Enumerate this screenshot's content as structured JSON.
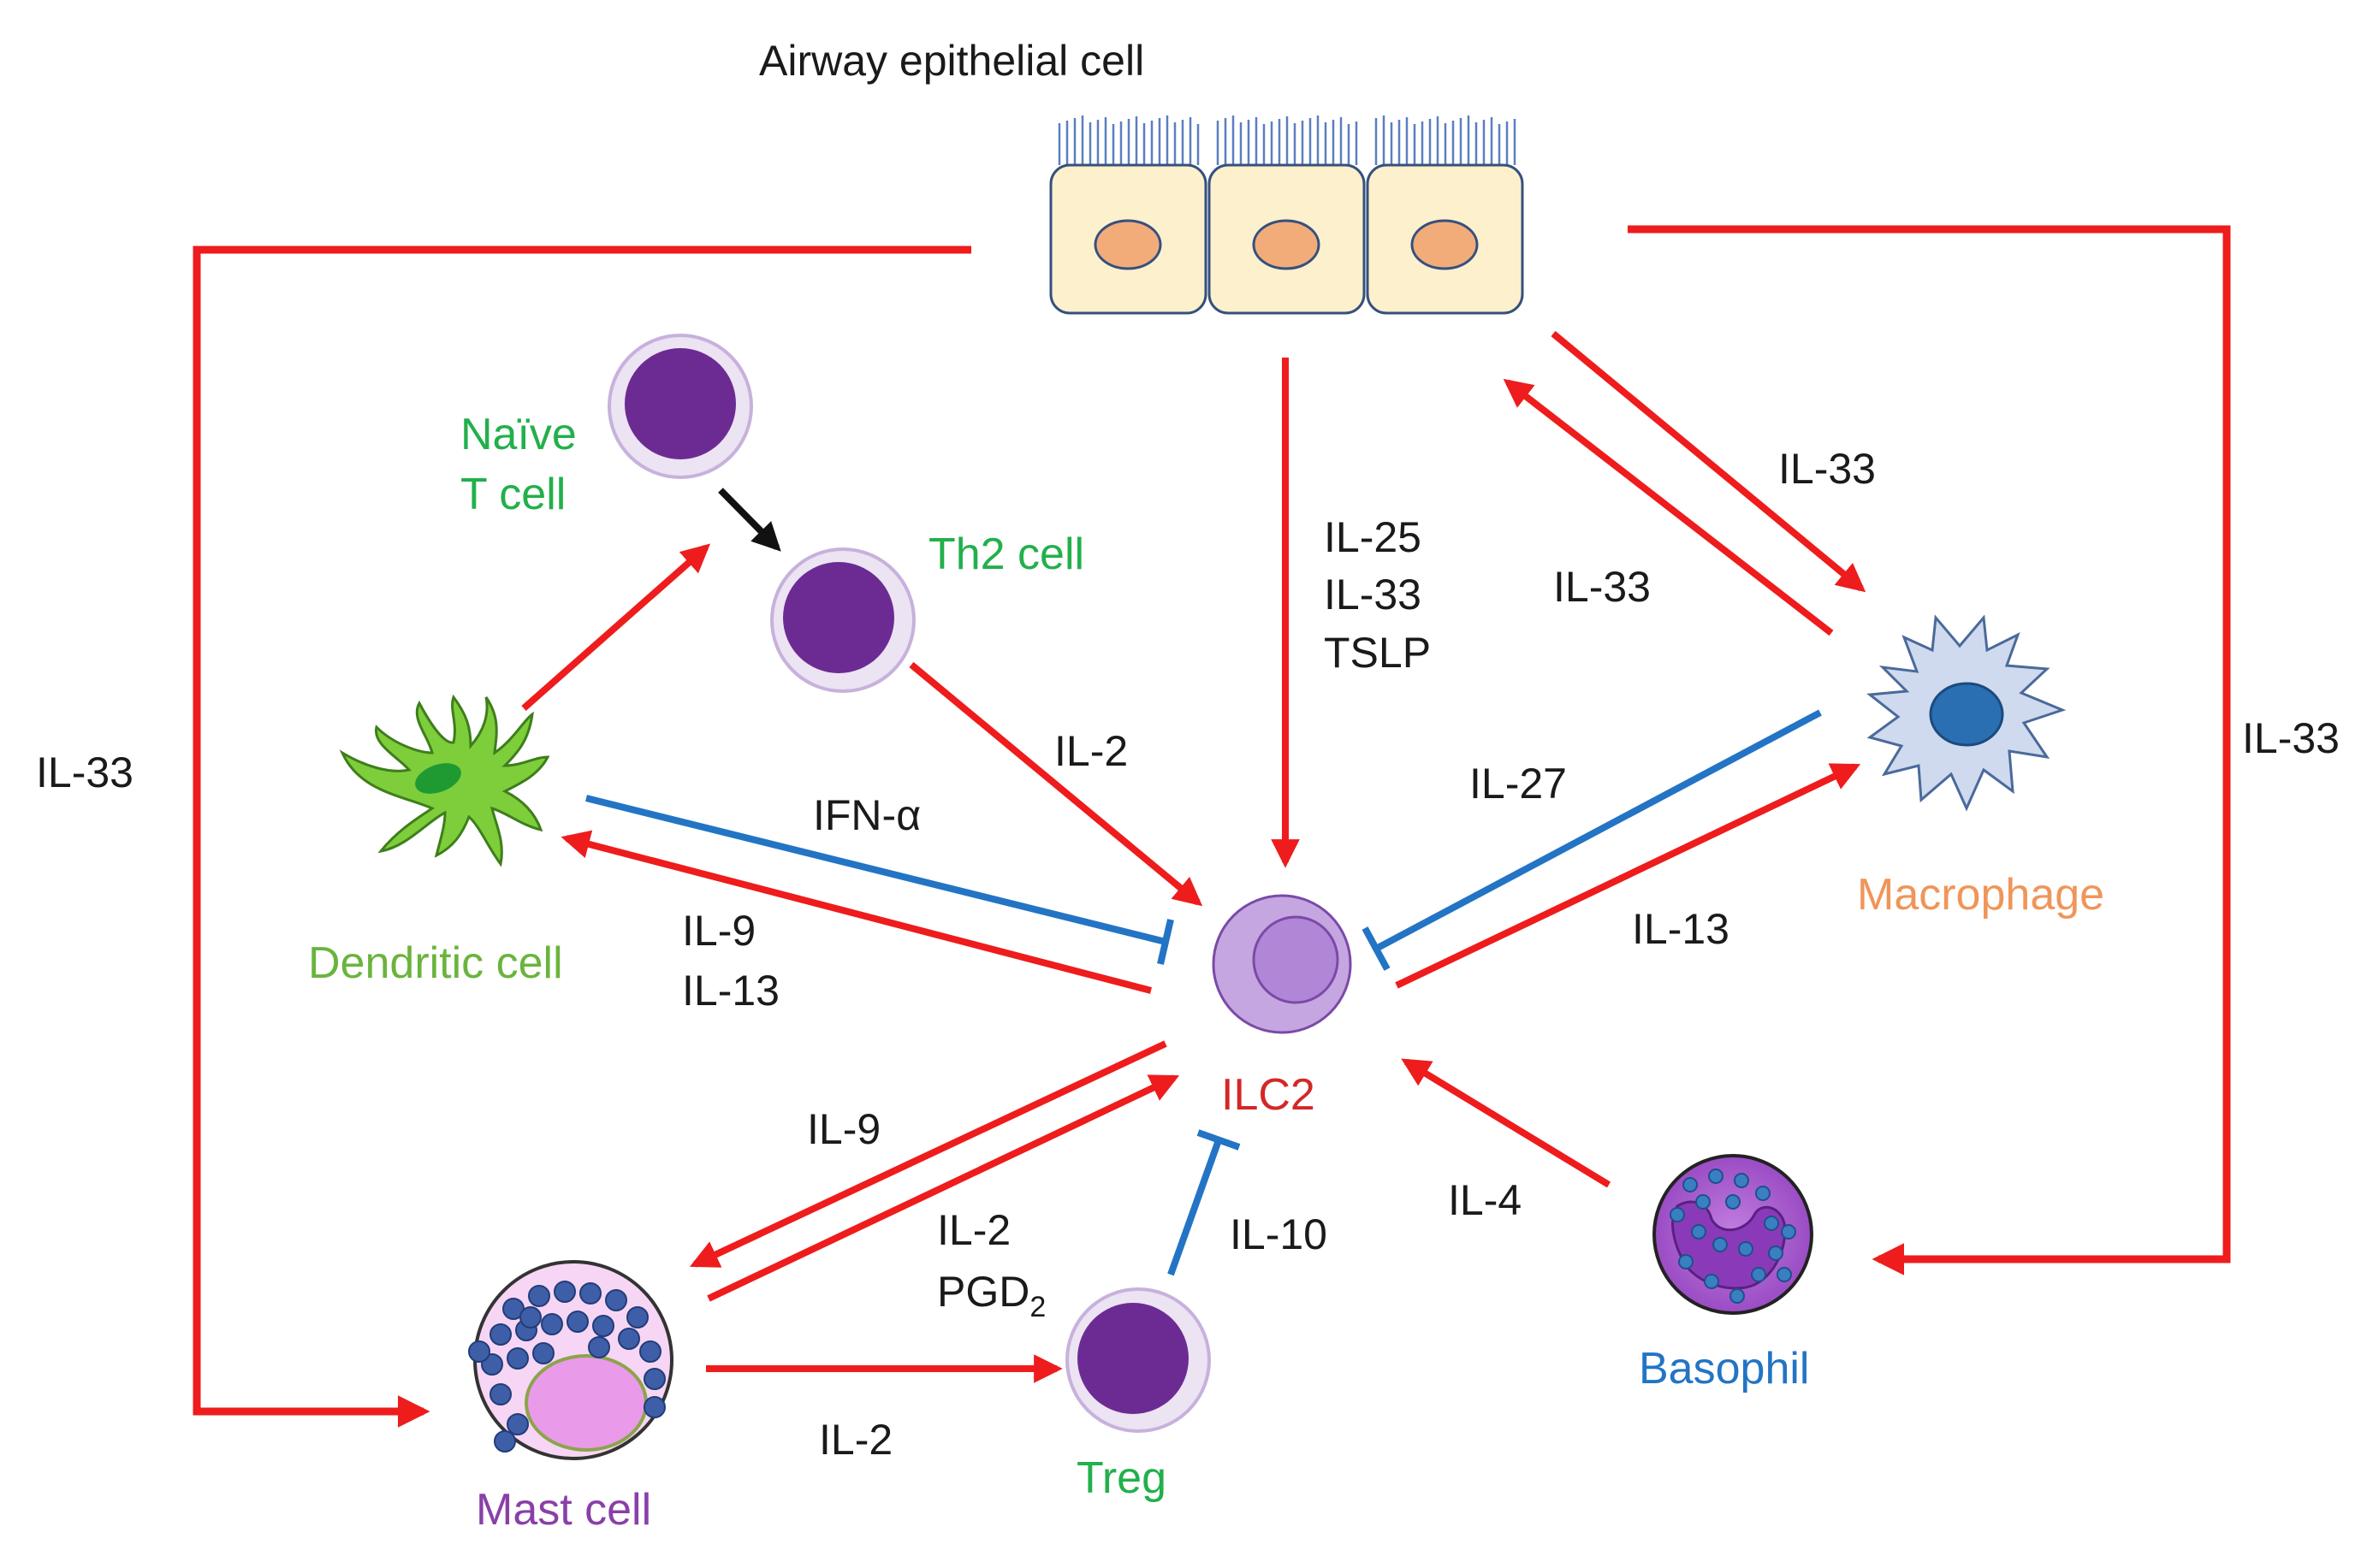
{
  "title": "Airway epithelial cell",
  "colors": {
    "activation": "#ee1c1c",
    "inhibition": "#2374c4",
    "naive_arrow": "#111111",
    "green_label": "#22b04b",
    "dendritic_label": "#6ab43d",
    "macrophage_label": "#f0955a",
    "ilc2_label": "#d42727",
    "basophil_label": "#2374c4",
    "mast_label": "#8a3fa8"
  },
  "cells": {
    "naive_t": {
      "line1": "Naïve",
      "line2": "T cell",
      "color": "#22b04b"
    },
    "th2": {
      "name": "Th2 cell",
      "color": "#22b04b"
    },
    "dendritic": {
      "name": "Dendritic cell",
      "color": "#6ab43d"
    },
    "ilc2": {
      "name": "ILC2",
      "color": "#d42727"
    },
    "macrophage": {
      "name": "Macrophage",
      "color": "#f0955a"
    },
    "mast": {
      "name": "Mast cell",
      "color": "#8a3fa8"
    },
    "treg": {
      "name": "Treg",
      "color": "#22b04b"
    },
    "basophil": {
      "name": "Basophil",
      "color": "#2374c4"
    }
  },
  "labels": {
    "il33_left": "IL-33",
    "il33_right": "IL-33",
    "epi_to_ilc2_1": "IL-25",
    "epi_to_ilc2_2": "IL-33",
    "epi_to_ilc2_3": "TSLP",
    "epi_to_mac": "IL-33",
    "mac_to_epi": "IL-33",
    "th2_to_ilc2": "IL-2",
    "ifn": "IFN-α",
    "ilc2_to_dc_1": "IL-9",
    "ilc2_to_dc_2": "IL-13",
    "il27": "IL-27",
    "il13_mac": "IL-13",
    "il9_mast": "IL-9",
    "mast_to_ilc2_1": "IL-2",
    "mast_to_ilc2_2_main": "PGD",
    "mast_to_ilc2_2_sub": "2",
    "il10": "IL-10",
    "il4": "IL-4",
    "il2_treg": "IL-2"
  },
  "interactions": [
    {
      "from": "Airway epithelial cell",
      "to": "Mast cell",
      "label": "IL-33",
      "type": "activation"
    },
    {
      "from": "Airway epithelial cell",
      "to": "Basophil",
      "label": "IL-33",
      "type": "activation"
    },
    {
      "from": "Airway epithelial cell",
      "to": "ILC2",
      "label": "IL-25, IL-33, TSLP",
      "type": "activation"
    },
    {
      "from": "Airway epithelial cell",
      "to": "Macrophage",
      "label": "IL-33",
      "type": "activation"
    },
    {
      "from": "Macrophage",
      "to": "Airway epithelial cell",
      "label": "IL-33",
      "type": "activation"
    },
    {
      "from": "Naïve T cell",
      "to": "Th2 cell",
      "label": "",
      "type": "differentiation"
    },
    {
      "from": "Dendritic cell",
      "to": "Naïve T cell",
      "label": "",
      "type": "activation"
    },
    {
      "from": "Th2 cell",
      "to": "ILC2",
      "label": "IL-2",
      "type": "activation"
    },
    {
      "from": "Dendritic cell",
      "to": "ILC2",
      "label": "IFN-α",
      "type": "inhibition"
    },
    {
      "from": "ILC2",
      "to": "Dendritic cell",
      "label": "IL-9, IL-13",
      "type": "activation"
    },
    {
      "from": "Macrophage",
      "to": "ILC2",
      "label": "IL-27",
      "type": "inhibition"
    },
    {
      "from": "ILC2",
      "to": "Macrophage",
      "label": "IL-13",
      "type": "activation"
    },
    {
      "from": "ILC2",
      "to": "Mast cell",
      "label": "IL-9",
      "type": "activation"
    },
    {
      "from": "Mast cell",
      "to": "ILC2",
      "label": "IL-2, PGD2",
      "type": "activation"
    },
    {
      "from": "Mast cell",
      "to": "Treg",
      "label": "IL-2",
      "type": "activation"
    },
    {
      "from": "Treg",
      "to": "ILC2",
      "label": "IL-10",
      "type": "inhibition"
    },
    {
      "from": "Basophil",
      "to": "ILC2",
      "label": "IL-4",
      "type": "activation"
    }
  ]
}
